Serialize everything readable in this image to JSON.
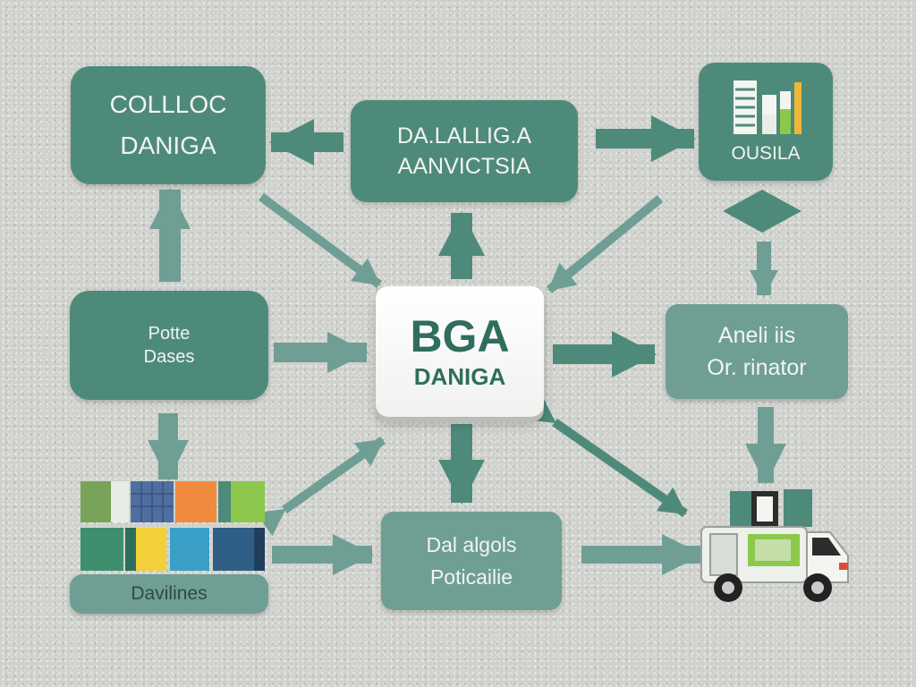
{
  "nodes": {
    "collect": {
      "lines": [
        "COLLLOC",
        "DANIGA"
      ]
    },
    "analytics": {
      "lines": [
        "DA.LALLIG.A",
        "AANVICTSIA"
      ]
    },
    "output": {
      "label": "OUSILA",
      "icon": "bar-chart-icon"
    },
    "source": {
      "lines": [
        "Potte",
        "Dases"
      ]
    },
    "center": {
      "lines": [
        "BGA",
        "DANIGA"
      ]
    },
    "orchestrator": {
      "lines": [
        "Aneli iis",
        "Or. rinator"
      ]
    },
    "portfolio": {
      "lines": [
        "Dal algols",
        "Poticailie"
      ]
    },
    "store": {
      "label": "Davilines",
      "icon": "stacked-boxes-icon"
    }
  },
  "icons": [
    "bar-chart-icon",
    "stacked-boxes-icon",
    "delivery-truck-icon"
  ],
  "colors": {
    "teal": "#4e8a7a",
    "teal_light": "#6f9e95",
    "arrow": "#4e8a7a",
    "arrow_light": "#6f9e95",
    "center_text": "#2f6d5e"
  }
}
